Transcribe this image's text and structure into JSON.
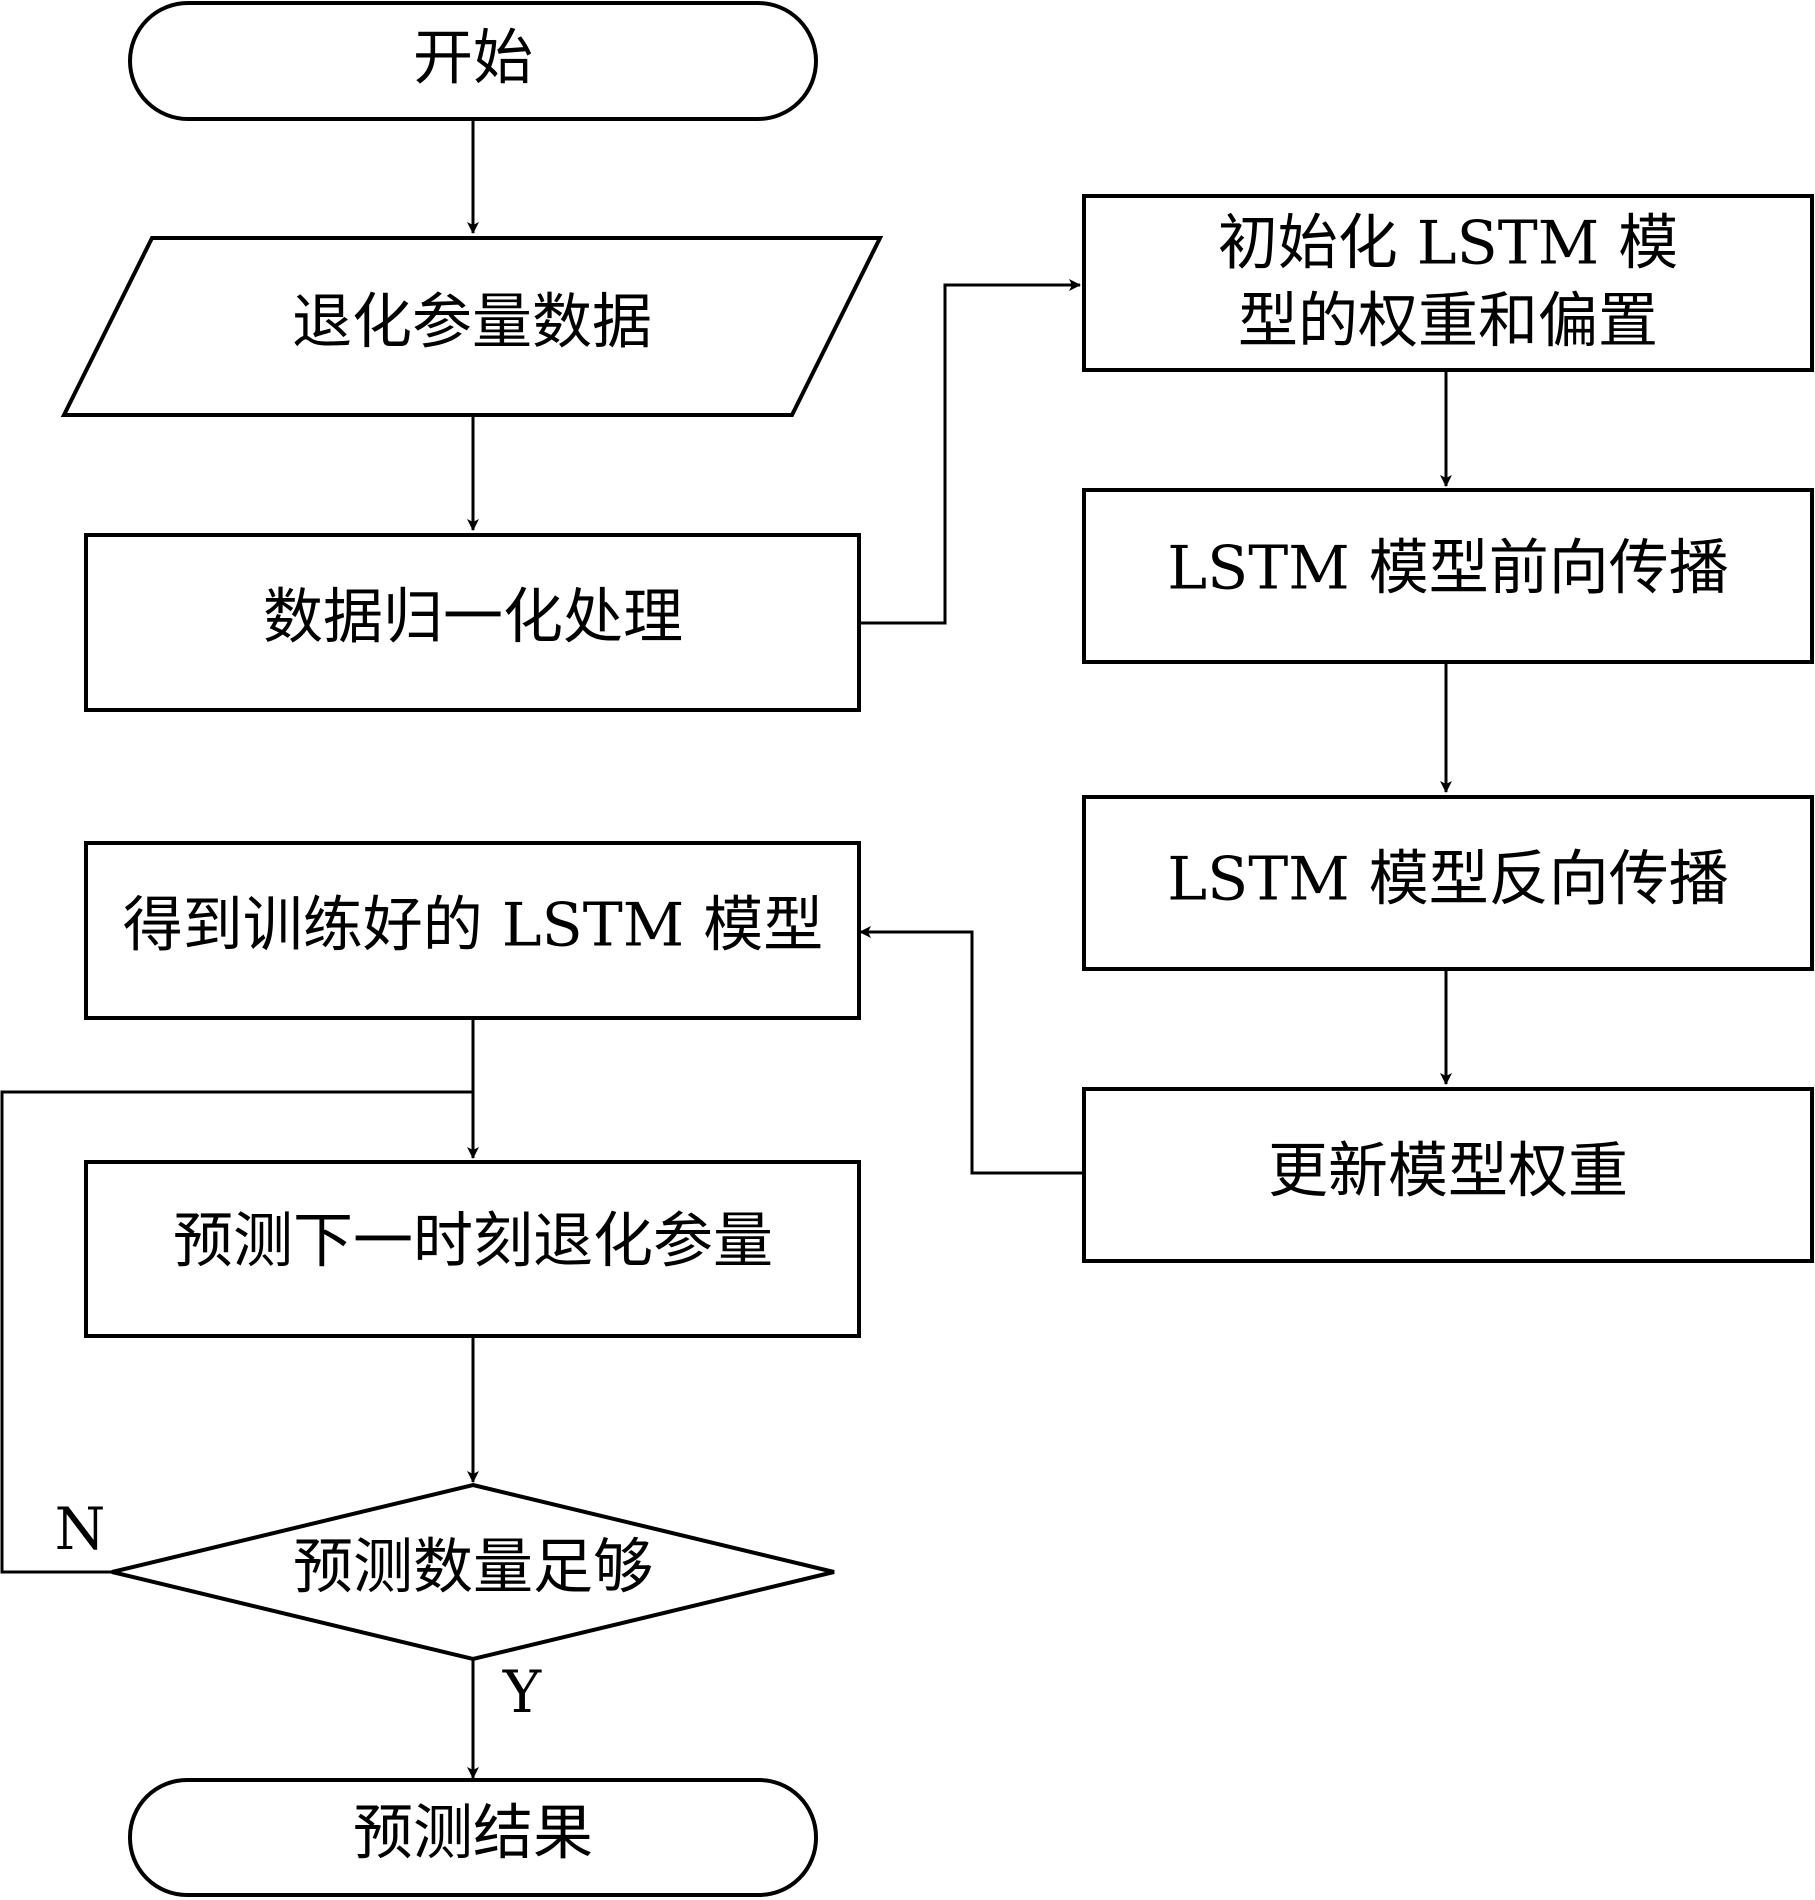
{
  "flowchart": {
    "start": "开始",
    "input_data": "退化参量数据",
    "normalize": "数据归一化处理",
    "init_line1": "初始化 LSTM 模",
    "init_line2": "型的权重和偏置",
    "forward": "LSTM 模型前向传播",
    "backward": "LSTM 模型反向传播",
    "update": "更新模型权重",
    "trained": "得到训练好的 LSTM 模型",
    "predict_next": "预测下一时刻退化参量",
    "decision": "预测数量足够",
    "label_no": "N",
    "label_yes": "Y",
    "end": "预测结果"
  }
}
